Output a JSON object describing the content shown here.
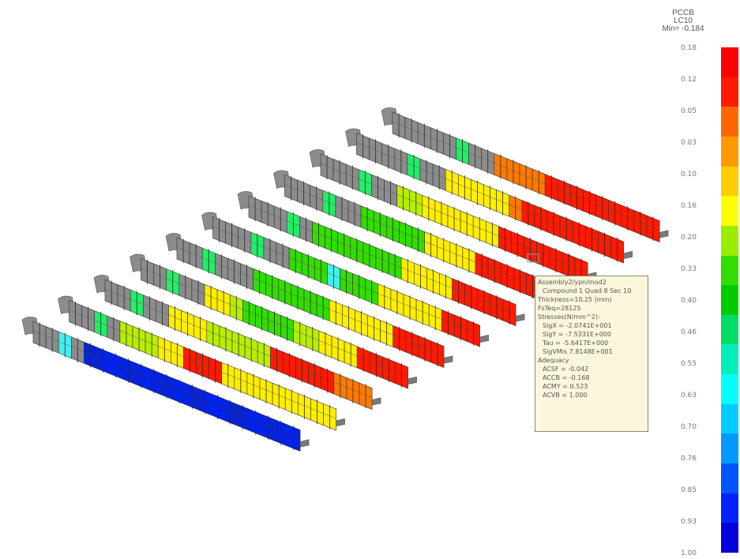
{
  "legend": {
    "title_lines": [
      "PCCB",
      "LC10",
      "Min= -0.184"
    ],
    "ticks": [
      "0.18",
      "0.12",
      "0.05",
      "0.03",
      "0.10",
      "0.16",
      "0.20",
      "0.33",
      "0.40",
      "0.46",
      "0.55",
      "0.63",
      "0.70",
      "0.76",
      "0.85",
      "0.93",
      "1.00"
    ],
    "colors": [
      "#ff0000",
      "#ff1a00",
      "#ff6600",
      "#ff9900",
      "#ffcc00",
      "#ffff00",
      "#99ee00",
      "#33dd00",
      "#00cc00",
      "#00dd66",
      "#00eebb",
      "#00ffff",
      "#00ccff",
      "#0099ff",
      "#0055ff",
      "#0022ff",
      "#0000dd"
    ]
  },
  "info_box": {
    "lines": [
      "Assembly2/ypn/mod2",
      "Compound 1 Quad 8 Sec 10",
      "Thickness=10.25 (mm)",
      "FsTeq=28125",
      "Stresses(N/mm^2):",
      "SigX = -2.0741E+001",
      "SigY = -7.5331E+000",
      "Tau = -5.6417E+000",
      "SigVMis 7.8148E+001",
      "Adequacy",
      "ACSF = -0.042",
      "ACCB = -0.168",
      "ACMY = 0.523",
      "ACVB = 1.000"
    ]
  },
  "model": {
    "stiffener_colors": {
      "grey": "#8c8c8c",
      "red": "#ff1a00",
      "orange": "#ff7a00",
      "yellow": "#ffee00",
      "ylgreen": "#b8ee00",
      "green": "#33dd00",
      "teal": "#22ee66",
      "cyan": "#44eeee",
      "blue": "#0022ee"
    },
    "rows": [
      {
        "segs": [
          "grey",
          "grey",
          "grey",
          "grey",
          "grey",
          "teal",
          "grey",
          "grey",
          "orange",
          "orange",
          "orange",
          "orange",
          "red",
          "red",
          "red",
          "red",
          "red",
          "red",
          "red",
          "red",
          "red"
        ]
      },
      {
        "segs": [
          "grey",
          "grey",
          "grey",
          "grey",
          "teal",
          "grey",
          "grey",
          "yellow",
          "yellow",
          "yellow",
          "yellow",
          "yellow",
          "orange",
          "red",
          "red",
          "red",
          "red",
          "red",
          "red",
          "red",
          "red"
        ]
      },
      {
        "segs": [
          "grey",
          "grey",
          "grey",
          "teal",
          "grey",
          "grey",
          "ylgreen",
          "ylgreen",
          "yellow",
          "yellow",
          "yellow",
          "yellow",
          "yellow",
          "yellow",
          "red",
          "red",
          "red",
          "red",
          "red",
          "red",
          "red"
        ]
      },
      {
        "segs": [
          "grey",
          "grey",
          "grey",
          "teal",
          "grey",
          "grey",
          "green",
          "green",
          "green",
          "green",
          "green",
          "yellow",
          "yellow",
          "yellow",
          "yellow",
          "red",
          "red",
          "red",
          "red",
          "red",
          "red"
        ]
      },
      {
        "segs": [
          "grey",
          "grey",
          "grey",
          "teal",
          "grey",
          "green",
          "green",
          "green",
          "green",
          "green",
          "green",
          "green",
          "yellow",
          "yellow",
          "yellow",
          "yellow",
          "red",
          "red",
          "red",
          "red",
          "red"
        ]
      },
      {
        "segs": [
          "grey",
          "grey",
          "grey",
          "teal",
          "grey",
          "grey",
          "green",
          "green",
          "green",
          "cyan",
          "green",
          "green",
          "green",
          "yellow",
          "yellow",
          "yellow",
          "yellow",
          "yellow",
          "red",
          "red",
          "red"
        ]
      },
      {
        "segs": [
          "grey",
          "grey",
          "teal",
          "grey",
          "grey",
          "grey",
          "green",
          "green",
          "green",
          "green",
          "green",
          "green",
          "yellow",
          "yellow",
          "yellow",
          "yellow",
          "yellow",
          "red",
          "red",
          "red",
          "red"
        ]
      },
      {
        "segs": [
          "grey",
          "grey",
          "teal",
          "grey",
          "grey",
          "yellow",
          "yellow",
          "ylgreen",
          "green",
          "green",
          "green",
          "green",
          "ylgreen",
          "ylgreen",
          "yellow",
          "yellow",
          "yellow",
          "red",
          "red",
          "red",
          "red"
        ]
      },
      {
        "segs": [
          "grey",
          "grey",
          "teal",
          "grey",
          "grey",
          "yellow",
          "yellow",
          "yellow",
          "ylgreen",
          "ylgreen",
          "ylgreen",
          "ylgreen",
          "ylgreen",
          "red",
          "red",
          "red",
          "red",
          "red",
          "orange",
          "orange",
          "orange"
        ]
      },
      {
        "segs": [
          "grey",
          "grey",
          "teal",
          "grey",
          "ylgreen",
          "ylgreen",
          "ylgreen",
          "yellow",
          "yellow",
          "red",
          "red",
          "red",
          "yellow",
          "yellow",
          "yellow",
          "yellow",
          "yellow",
          "yellow",
          "yellow",
          "yellow",
          "yellow"
        ]
      },
      {
        "segs": [
          "grey",
          "grey",
          "cyan",
          "grey",
          "blue",
          "blue",
          "blue",
          "blue",
          "blue",
          "blue",
          "blue",
          "blue",
          "blue",
          "blue",
          "blue",
          "blue",
          "blue",
          "blue",
          "blue",
          "blue",
          "blue"
        ]
      }
    ]
  }
}
